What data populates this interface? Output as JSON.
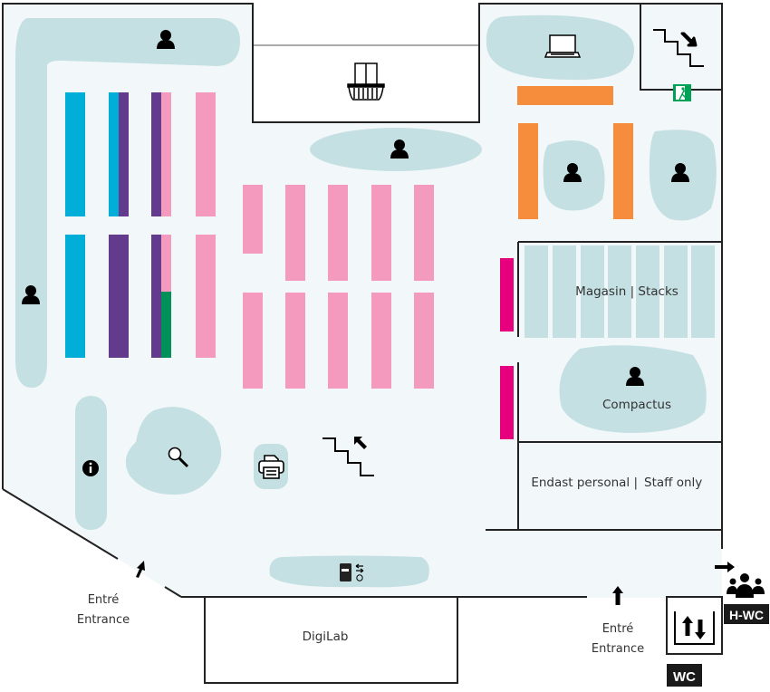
{
  "map": {
    "title": "Library floor plan",
    "colors": {
      "floor": "#f2f8fa",
      "zone": "#c5e0e3",
      "wall": "#222222",
      "shelf_cyan": "#00aed8",
      "shelf_purple": "#633b8d",
      "shelf_pink": "#f39abe",
      "shelf_green": "#00915a",
      "shelf_magenta": "#e6007e",
      "furniture_orange": "#f68d3c",
      "exit_green": "#00a356",
      "badge_bg": "#1a1a1a"
    },
    "rooms": {
      "stacks": "Magasin | Stacks",
      "compactus": "Compactus",
      "staff_only_sv": "Endast personal |",
      "staff_only_en": "Staff only",
      "digilab": "DigiLab"
    },
    "entrances": [
      {
        "line1": "Entré",
        "line2": "Entrance"
      },
      {
        "line1": "Entré",
        "line2": "Entrance"
      }
    ],
    "badges": {
      "wc": "WC",
      "h_wc": "H-WC"
    },
    "icons": [
      "study-seat-icon",
      "balcony-icon",
      "laptop-icon",
      "stairs-down-icon",
      "emergency-exit-icon",
      "information-icon",
      "search-icon",
      "printer-icon",
      "stairs-up-icon",
      "book-return-icon",
      "elevator-icon",
      "group-icon"
    ]
  }
}
